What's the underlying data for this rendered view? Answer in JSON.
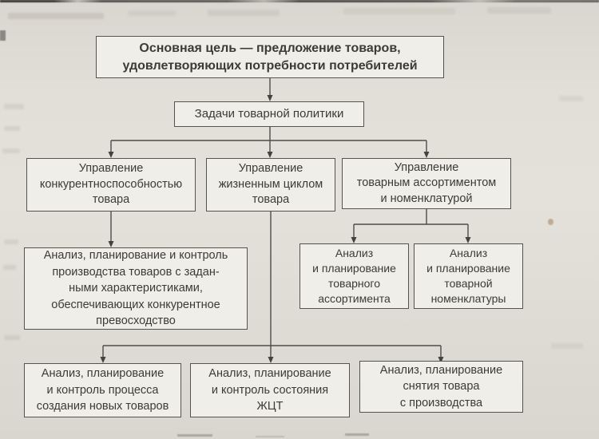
{
  "page": {
    "type": "scanned-book-page-flowchart",
    "language": "ru"
  },
  "colors": {
    "page_background": "#dfdcd5",
    "box_background": "#f0eee8",
    "box_border": "#55534d",
    "text": "#3c3b37",
    "connector": "#4e4c47"
  },
  "diagram": {
    "nodes": {
      "goal": {
        "text": "Основная цель — предложение товаров,\nудовлетворяющих потребности потребителей"
      },
      "tasks": {
        "text": "Задачи товарной политики"
      },
      "competitiveness": {
        "text": "Управление\nконкурентноспособностью\nтовара"
      },
      "lifecycle": {
        "text": "Управление\nжизненным циклом\nтовара"
      },
      "assortment": {
        "text": "Управление\nтоварным ассортиментом\nи номенклатурой"
      },
      "production_analysis": {
        "text": "Анализ, планирование и контроль\nпроизводства товаров с задан-\nными характеристиками,\nобеспечивающих конкурентное\nпревосходство"
      },
      "assortment_analysis": {
        "text": "Анализ\nи планирование\nтоварного\nассортимента"
      },
      "nomenclature_analysis": {
        "text": "Анализ\nи планирование\nтоварной\nноменклатуры"
      },
      "new_products_analysis": {
        "text": "Анализ, планирование\nи контроль процесса\nсоздания новых товаров"
      },
      "lifecycle_state_analysis": {
        "text": "Анализ, планирование\nи контроль состояния\nЖЦТ"
      },
      "withdrawal_analysis": {
        "text": "Анализ, планирование\nснятия товара\nс производства"
      }
    }
  }
}
